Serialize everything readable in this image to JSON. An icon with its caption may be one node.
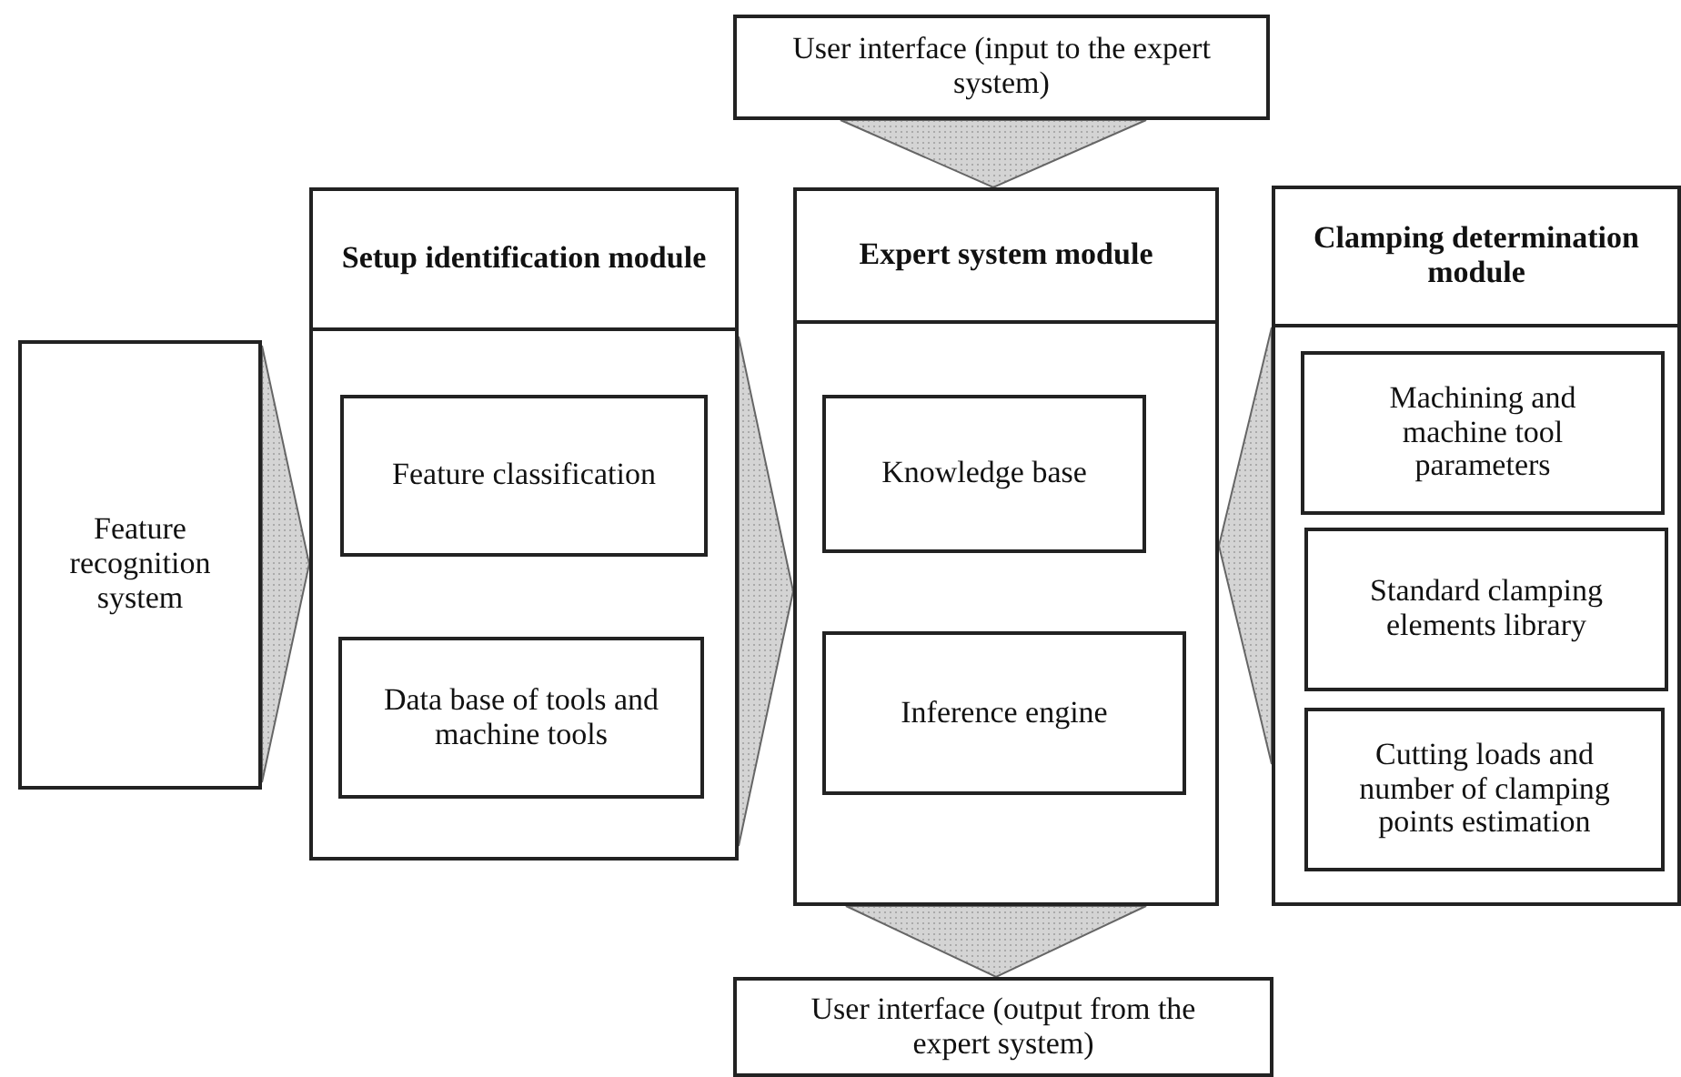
{
  "diagram": {
    "nodes": [
      {
        "text": [
          "User interface (input to the expert system)"
        ]
      },
      {
        "text": [
          "Feature recognition system"
        ]
      },
      {
        "text": [
          "Setup identification module"
        ]
      },
      {
        "text": [
          "Feature classification"
        ],
        "in": 2
      },
      {
        "text": [
          "Data base of tools and machine tools"
        ],
        "in": 2
      },
      {
        "text": [
          "Expert system module"
        ]
      },
      {
        "text": [
          "Knowledge base"
        ],
        "in": 5
      },
      {
        "text": [
          "Inference engine"
        ],
        "in": 5
      },
      {
        "text": [
          "Clamping determination module"
        ]
      },
      {
        "text": [
          "Machining and machine tool parameters"
        ],
        "in": 8
      },
      {
        "text": [
          "Standard clamping elements library"
        ],
        "in": 8
      },
      {
        "text": [
          "Cutting loads and number of clamping points estimation"
        ],
        "in": 8
      },
      {
        "text": [
          "User interface (output from the expert system)"
        ]
      }
    ],
    "edges": [
      {
        "from": 1,
        "to": 2,
        "arrow": "to"
      },
      {
        "from": 2,
        "to": 5,
        "arrow": "to"
      },
      {
        "from": 8,
        "to": 5,
        "arrow": "to"
      },
      {
        "from": 0,
        "to": 5,
        "arrow": "to"
      },
      {
        "from": 5,
        "to": 12,
        "arrow": "to"
      }
    ]
  }
}
